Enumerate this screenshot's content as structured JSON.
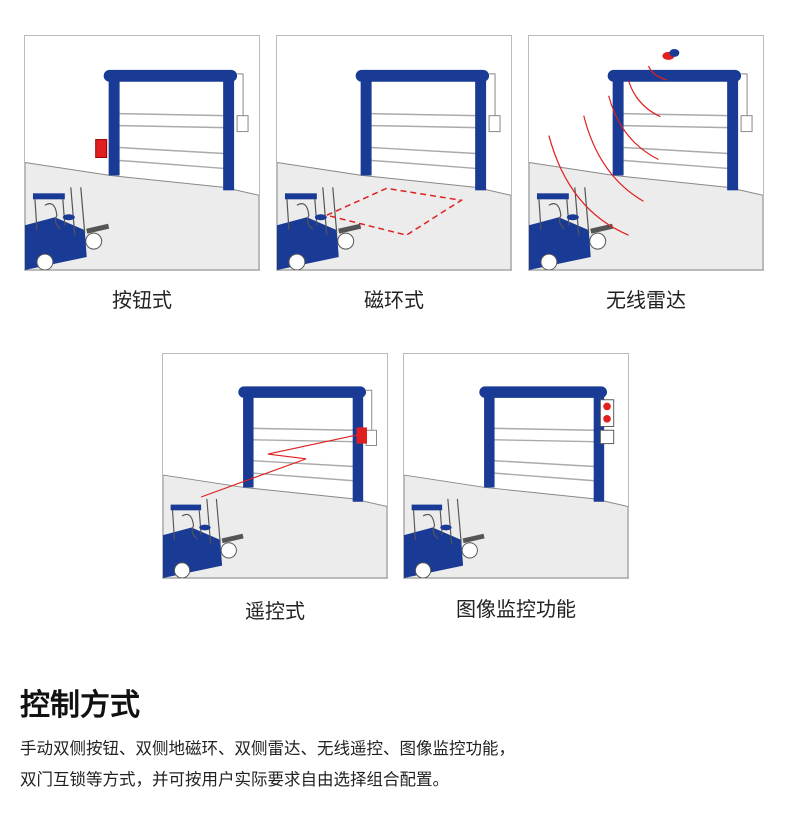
{
  "panels": [
    {
      "label": "按钮式",
      "variant": "button"
    },
    {
      "label": "磁环式",
      "variant": "loop"
    },
    {
      "label": "无线雷达",
      "variant": "radar"
    },
    {
      "label": "遥控式",
      "variant": "remote"
    },
    {
      "label": "图像监控功能",
      "variant": "camera"
    }
  ],
  "section": {
    "title": "控制方式",
    "lines": [
      "手动双侧按钮、双侧地磁环、双侧雷达、无线遥控、图像监控功能，",
      "双门互锁等方式，并可按用户实际要求自由选择组合配置。"
    ]
  },
  "colors": {
    "door": "#1a3b95",
    "signal": "#e02020",
    "floor": "#ececec"
  }
}
